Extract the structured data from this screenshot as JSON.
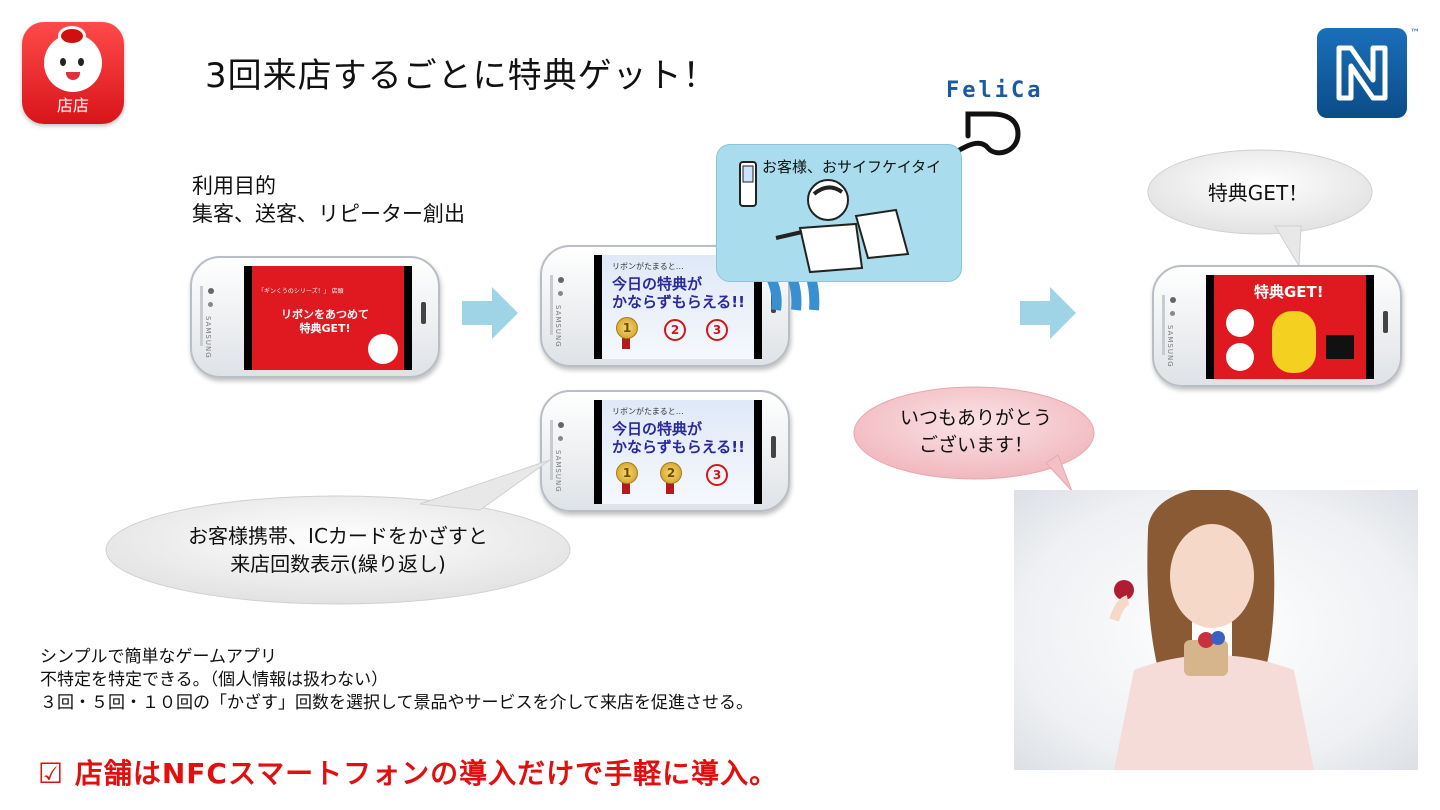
{
  "app_icon": {
    "label": "店店",
    "icon": "character-face-icon",
    "color": "#e8262b"
  },
  "title": "3回来店するごとに特典ゲット！",
  "nfc_mark": {
    "icon": "n-mark-icon",
    "tm": "™",
    "color": "#1466ad"
  },
  "felica": {
    "text": "FeliCa",
    "icon": "felica-icon"
  },
  "purpose": {
    "title": "利用目的",
    "text": "集客、送客、リピーター創出"
  },
  "phone1": {
    "brand": "SAMSUNG",
    "screen_top": "「ギンくうのシリーズ！」 店頭",
    "screen_main": "リボンをあつめて\n特典GET!"
  },
  "phone2": {
    "brand": "SAMSUNG",
    "sub": "リボンがたまると…",
    "main_line1": "今日の特典が",
    "main_line2": "かならずもらえる!!",
    "medals": [
      "1"
    ],
    "circles": [
      "2",
      "3"
    ]
  },
  "phone3": {
    "brand": "SAMSUNG",
    "sub": "リボンがたまると…",
    "main_line1": "今日の特典が",
    "main_line2": "かならずもらえる!!",
    "medals": [
      "1",
      "2"
    ],
    "circles": [
      "3"
    ]
  },
  "phone4": {
    "brand": "SAMSUNG",
    "screen_title": "特典GET!"
  },
  "customer": {
    "label": "お客様、おサイフケイタイ"
  },
  "bubble_ic": {
    "line1": "お客様携帯、ICカードをかざすと",
    "line2": "来店回数表示(繰り返し)"
  },
  "bubble_tokuten": {
    "text": "特典GET！"
  },
  "bubble_thanks": {
    "line1": "いつもありがとう",
    "line2": "ございます！"
  },
  "description": [
    "シンプルで簡単なゲームアプリ",
    "不特定を特定できる。（個人情報は扱わない）",
    "３回・５回・１０回の「かざす」回数を選択して景品やサービスを介して来店を促進させる。"
  ],
  "highlight": "☑ 店舗はNFCスマートフォンの導入だけで手軽に導入。",
  "colors": {
    "arrow": "#9fd4e6",
    "bubble_gray": "#ebebeb",
    "bubble_pink": "#f4c8cc",
    "highlight": "#e01010",
    "signal": "#3a8fd0"
  }
}
